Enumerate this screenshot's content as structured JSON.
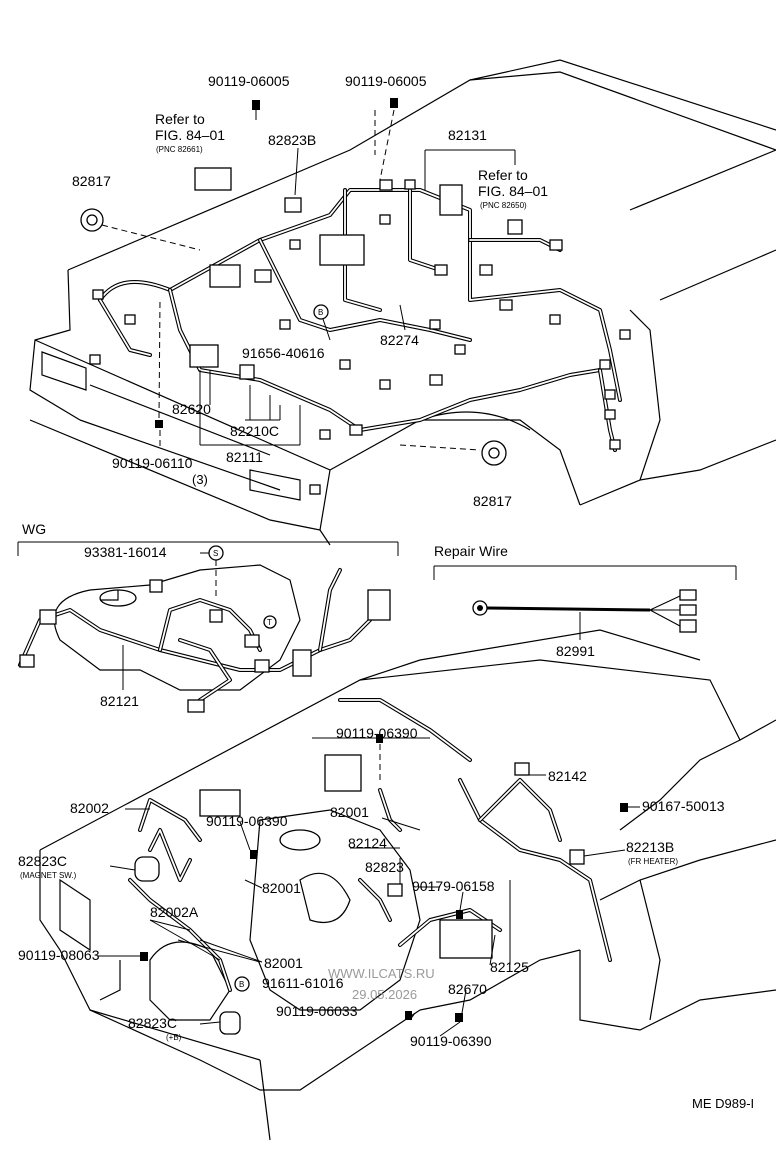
{
  "watermark": {
    "site": "WWW.ILCATS.RU",
    "date": "29.05.2026"
  },
  "upper": {
    "bolt_left": "90119-06005",
    "bolt_right": "90119-06005",
    "refer_left": {
      "line1": "Refer to",
      "line2": "FIG. 84–01",
      "pnc": "(PNC 82661)"
    },
    "refer_right": {
      "line1": "Refer to",
      "line2": "FIG. 84–01",
      "pnc": "(PNC 82650)"
    },
    "part_82823B": "82823B",
    "part_82131": "82131",
    "part_82817_left": "82817",
    "part_82817_right": "82817",
    "part_91656": "91656-40616",
    "part_82274": "82274",
    "part_82620": "82620",
    "part_82210C": "82210C",
    "part_82111": "82111",
    "bolt_lower": "90119-06110",
    "bolt_lower_qty": "(3)"
  },
  "wg": {
    "title": "WG",
    "clip": "93381-16014",
    "clip_marker": "S",
    "connector_marker": "T",
    "harness": "82121"
  },
  "repair": {
    "title": "Repair Wire",
    "part": "82991"
  },
  "lower": {
    "bolt_top": "90119-06390",
    "part_82142": "82142",
    "part_90167": "90167-50013",
    "part_82002": "82002",
    "bolt_mid": "90119-06390",
    "part_82001_a": "82001",
    "part_82124": "82124",
    "part_82823C_mag": "82823C",
    "part_82823C_mag_note": "(MAGNET SW.)",
    "part_82823": "82823",
    "part_82213B": "82213B",
    "part_82213B_note": "(FR HEATER)",
    "part_82001_b": "82001",
    "part_90179": "90179-06158",
    "part_82002A": "82002A",
    "bolt_left": "90119-08063",
    "part_82001_c": "82001",
    "part_91611": "91611-61016",
    "part_91611_marker": "B",
    "part_82125": "82125",
    "part_82670": "82670",
    "bolt_bottom_a": "90119-06033",
    "part_82823C_b": "82823C",
    "part_82823C_b_note": "(+B)",
    "bolt_bottom_b": "90119-06390",
    "marker_B_upper": "B"
  },
  "figure_code": "ME D989-I"
}
